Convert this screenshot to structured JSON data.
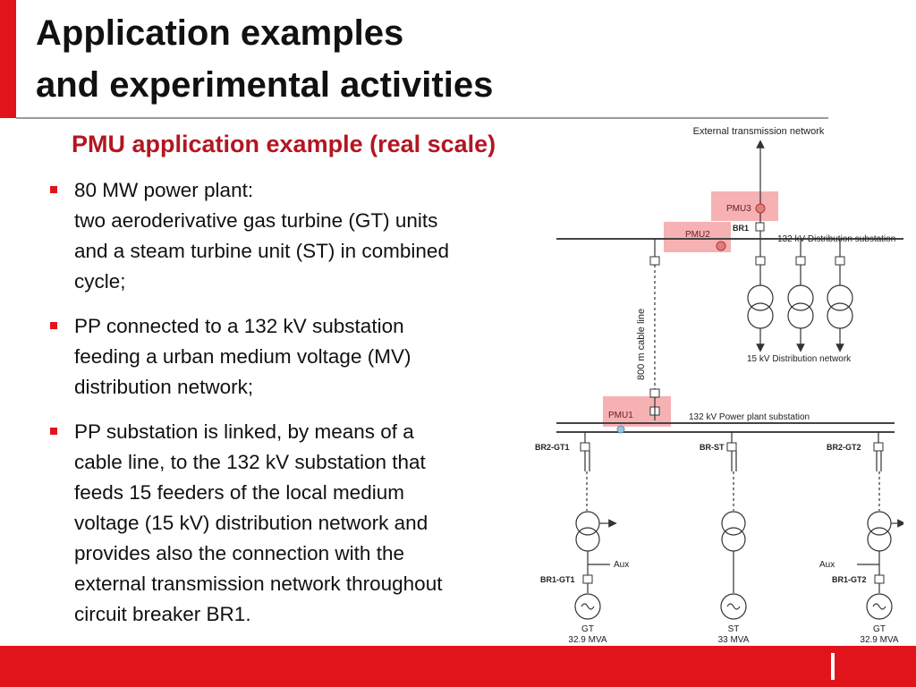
{
  "slide": {
    "title_lines": [
      "Application examples",
      "and experimental activities"
    ],
    "subtitle": "PMU application example (real scale)",
    "bullets": [
      [
        "80 MW power plant:",
        "two aeroderivative gas turbine (GT) units",
        "and a steam turbine unit (ST) in combined",
        "cycle;"
      ],
      [
        "PP connected to a 132 kV substation",
        "feeding a urban medium voltage (MV)",
        "distribution network;"
      ],
      [
        "PP substation is linked, by means of a",
        "cable line, to the 132 kV substation that",
        "feeds 15 feeders of the local medium",
        "voltage (15 kV) distribution network and",
        "provides also the connection with the",
        "external transmission network throughout",
        "circuit breaker BR1."
      ]
    ]
  },
  "diagram": {
    "external_network_label": "External transmission network",
    "distribution_substation_label": "132 kV Distribution substation",
    "distribution_network_label": "15 kV Distribution network",
    "cable_line_label": "800 m cable line",
    "power_plant_substation_label": "132 kV Power plant substation",
    "pmu_labels": [
      "PMU3",
      "PMU2",
      "PMU1"
    ],
    "breaker_labels": {
      "br1": "BR1",
      "br2_gt1": "BR2-GT1",
      "br_st": "BR-ST",
      "br2_gt2": "BR2-GT2",
      "br1_gt1": "BR1-GT1",
      "br1_gt2": "BR1-GT2"
    },
    "aux_label": "Aux",
    "generators": [
      {
        "name": "GT",
        "rating": "32.9 MVA"
      },
      {
        "name": "ST",
        "rating": "33 MVA"
      },
      {
        "name": "GT",
        "rating": "32.9 MVA"
      }
    ]
  },
  "colors": {
    "accent_red": "#e1141b",
    "subtitle_red": "#b31622",
    "pmu_highlight": "#f5a3a6"
  }
}
